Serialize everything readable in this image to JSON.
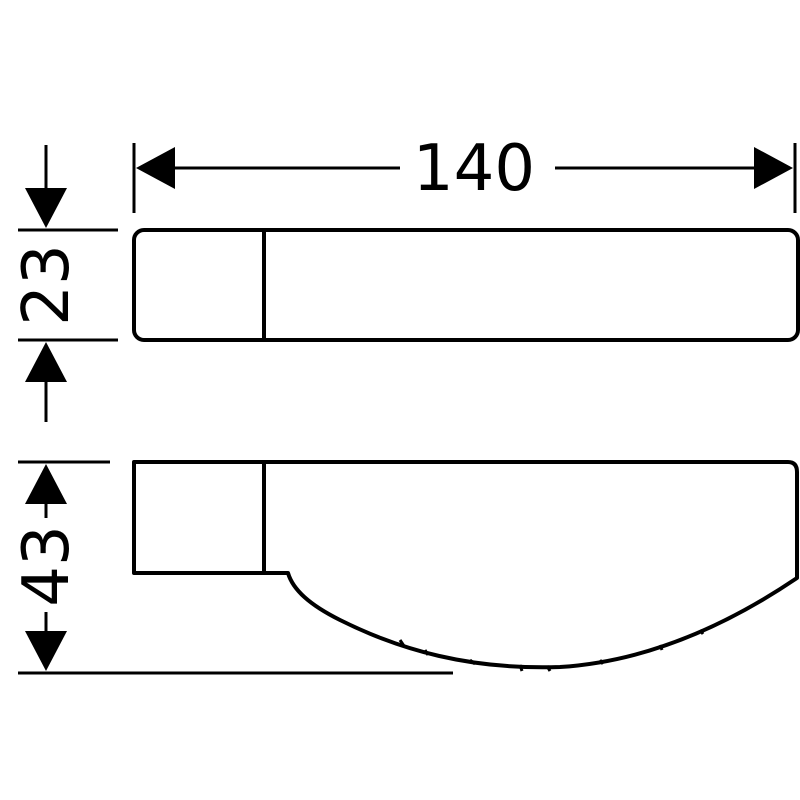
{
  "dimensions": {
    "width": "140",
    "height_top": "23",
    "height_bottom": "43"
  },
  "colors": {
    "line": "#000000",
    "background": "#ffffff"
  }
}
